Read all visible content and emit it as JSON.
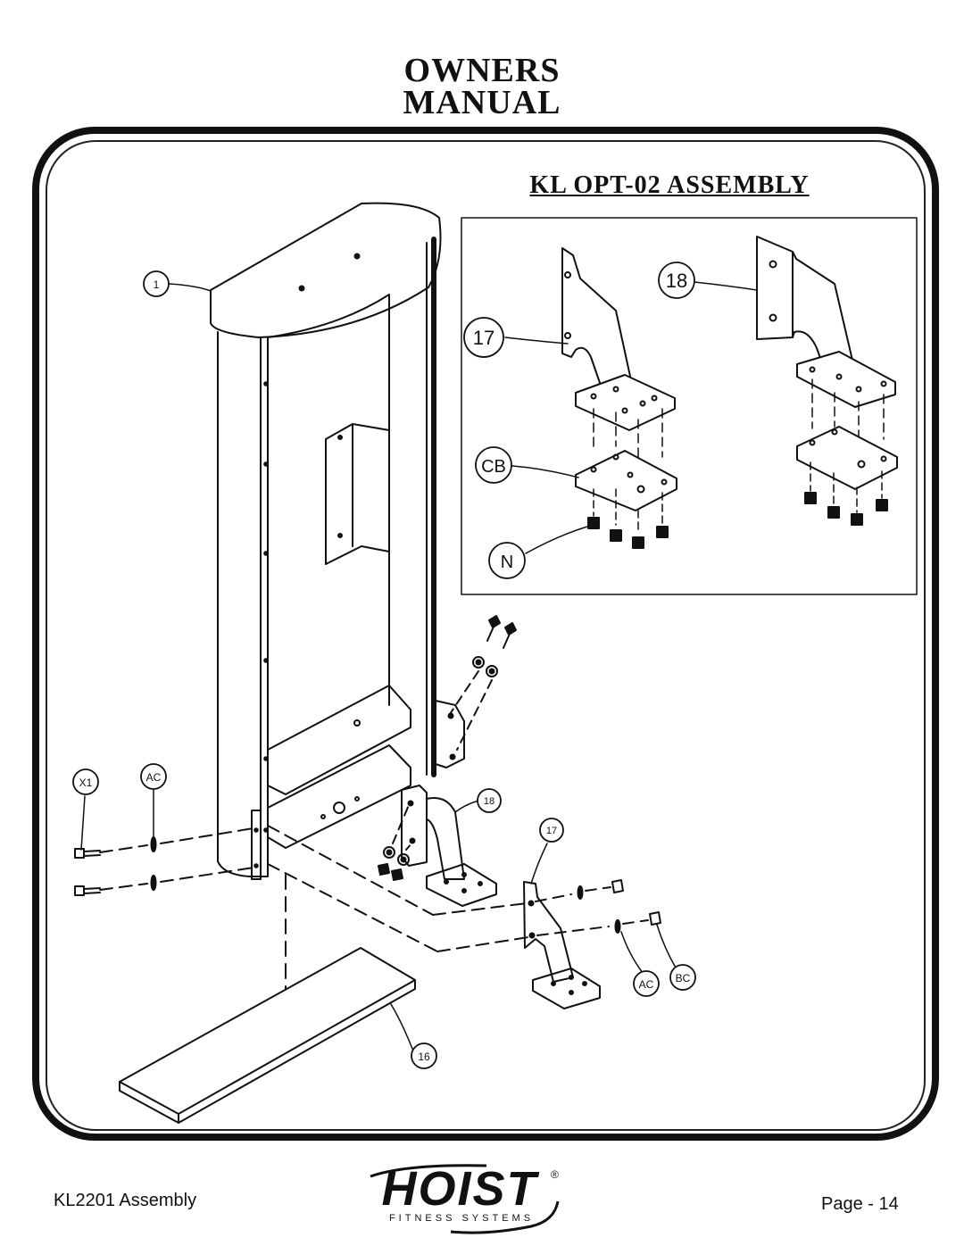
{
  "header": {
    "line1": "OWNERS",
    "line2": "MANUAL"
  },
  "assembly_title": "KL OPT-02 ASSEMBLY",
  "callouts": {
    "upright": "1",
    "pad_18_inset": "18",
    "pad_17_inset": "17",
    "carriage_bolt": "CB",
    "nut": "N",
    "bolt_x1": "X1",
    "washer_ac_left": "AC",
    "pad_18_main": "18",
    "pad_17_main": "17",
    "washer_ac_right": "AC",
    "nut_bc": "BC",
    "base_board": "16"
  },
  "footer": {
    "left": "KL2201 Assembly",
    "right": "Page - 14"
  },
  "logo": {
    "brand": "HOIST",
    "tagline": "FITNESS SYSTEMS",
    "registered": "®"
  },
  "colors": {
    "ink": "#111111",
    "paper": "#ffffff"
  }
}
